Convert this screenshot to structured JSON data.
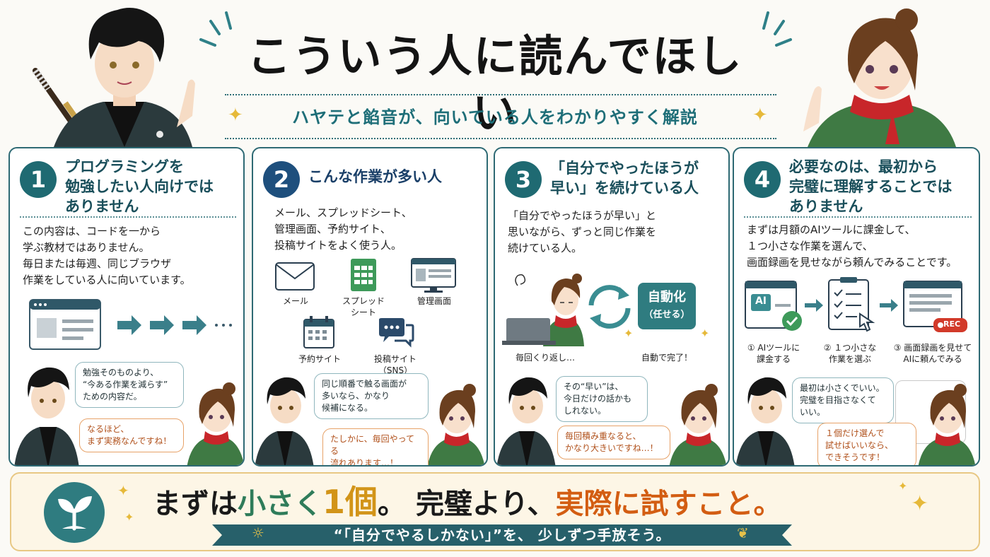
{
  "header": {
    "title": "こういう人に読んでほしい",
    "subtitle": "ハヤテと餡音が、向いている人をわかりやすく解説"
  },
  "panels": [
    {
      "number": "1",
      "title": "プログラミングを\n勉強したい人向けでは\nありません",
      "body": "この内容は、コードを一から\n学ぶ教材ではありません。\n毎日または毎週、同じブラウザ\n作業をしている人に向いています。",
      "bubble_left": "勉強そのものより、\n“今ある作業を減らす”\nための内容だ。",
      "bubble_right": "なるほど、\nまず実務なんですね！"
    },
    {
      "number": "2",
      "title": "こんな作業が多い人",
      "body": "メール、スプレッドシート、\n管理画面、予約サイト、\n投稿サイトをよく使う人。",
      "icons": [
        {
          "icon": "mail-icon",
          "label": "メール"
        },
        {
          "icon": "spreadsheet-icon",
          "label": "スプレッド\nシート"
        },
        {
          "icon": "admin-screen-icon",
          "label": "管理画面"
        },
        {
          "icon": "calendar-icon",
          "label": "予約サイト"
        },
        {
          "icon": "chat-icon",
          "label": "投稿サイト\n（SNS）"
        }
      ],
      "bubble_left": "同じ順番で触る画面が\n多いなら、かなり\n候補になる。",
      "bubble_right": "たしかに、毎回やってる\n流れあります…！"
    },
    {
      "number": "3",
      "title": "「自分でやったほうが\n早い」を続けている人",
      "body": "「自分でやったほうが早い」と\n思いながら、ずっと同じ作業を\n続けている人。",
      "auto_label": "自動化",
      "auto_sub": "（任せる）",
      "caption_left": "毎回くり返し…",
      "caption_right": "自動で完了！",
      "bubble_left": "その“早い”は、\n今日だけの話かも\nしれない。",
      "bubble_right": "毎回積み重なると、\nかなり大きいですね…！"
    },
    {
      "number": "4",
      "title": "必要なのは、最初から\n完璧に理解することでは\nありません",
      "body": "まずは月額のAIツールに課金して、\n１つ小さな作業を選んで、\n画面録画を見せながら頼んでみることです。",
      "ai_label": "AI",
      "rec_label": "REC",
      "steps": [
        "① AIツールに\n課金する",
        "② １つ小さな\n作業を選ぶ",
        "③ 画面録画を見せて\nAIに頼んでみる"
      ],
      "bubble_left": "最初は小さくでいい。\n完璧を目指さなくて\nいい。",
      "bubble_right": "１個だけ選んで\n試せばいいなら、\nできそうです！"
    }
  ],
  "banner": {
    "slogan_a": "まずは",
    "slogan_b": "小さく",
    "slogan_c": "1個",
    "slogan_d": "。 完璧より、",
    "slogan_e": "実際に試すこと。",
    "ribbon": "“「自分でやるしかない」”を、 少しずつ手放そう。"
  },
  "colors": {
    "teal": "#1f6a72",
    "navy": "#1e4f7d",
    "orange": "#d35d12",
    "gold": "#d29418",
    "green": "#2f7c5a"
  }
}
